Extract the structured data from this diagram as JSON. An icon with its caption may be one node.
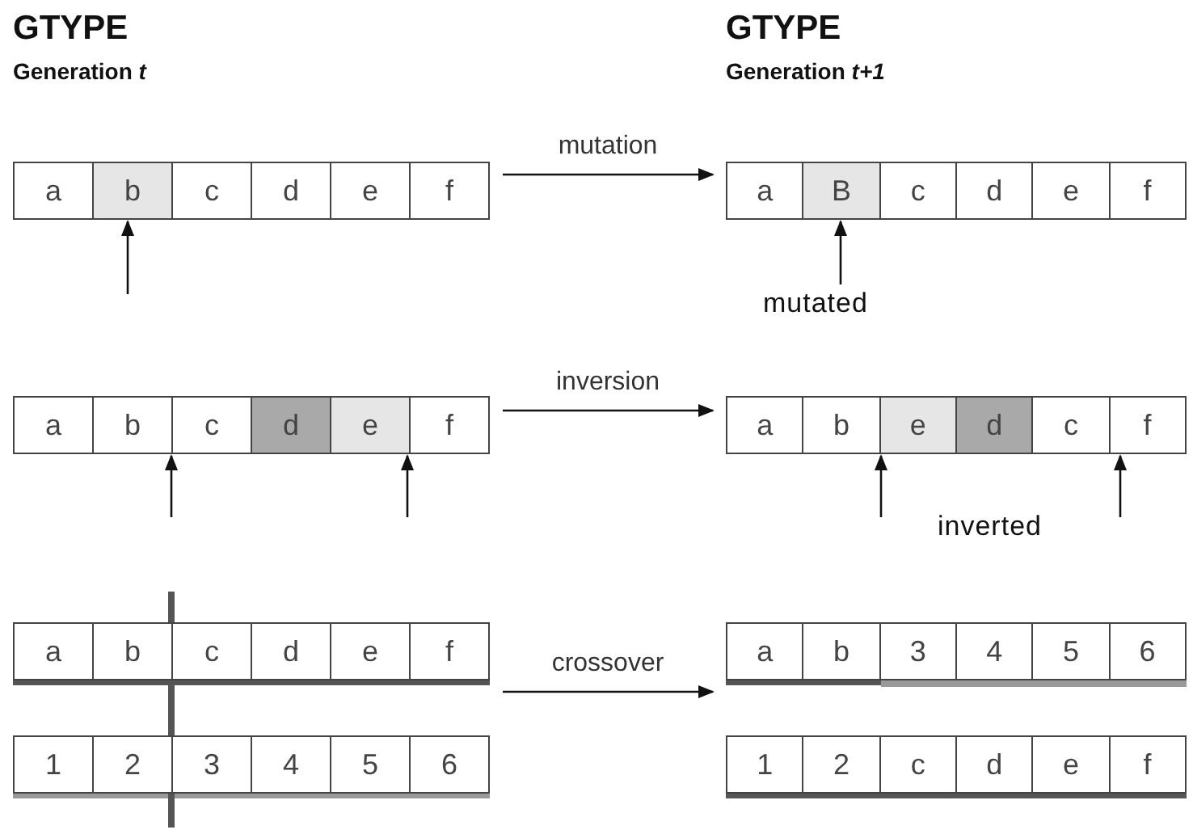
{
  "diagram": {
    "nodes": [
      {
        "text": [],
        "shape": "box"
      },
      {
        "text": [
          "a"
        ],
        "in": 0
      },
      {
        "text": [
          "b"
        ],
        "in": 0
      },
      {
        "text": [
          "c"
        ],
        "in": 0
      },
      {
        "text": [
          "d"
        ],
        "in": 0
      },
      {
        "text": [
          "e"
        ],
        "in": 0
      },
      {
        "text": [
          "f"
        ],
        "in": 0
      },
      {
        "text": [],
        "shape": "box"
      },
      {
        "text": [
          "a"
        ],
        "in": 7
      },
      {
        "text": [
          "B"
        ],
        "in": 7
      },
      {
        "text": [
          "c"
        ],
        "in": 7
      },
      {
        "text": [
          "d"
        ],
        "in": 7
      },
      {
        "text": [
          "e"
        ],
        "in": 7
      },
      {
        "text": [
          "f"
        ],
        "in": 7
      },
      {
        "text": [
          "mutated"
        ]
      },
      {
        "text": [],
        "shape": "box"
      },
      {
        "text": [
          "a"
        ],
        "in": 15
      },
      {
        "text": [
          "b"
        ],
        "in": 15
      },
      {
        "text": [
          "c"
        ],
        "in": 15
      },
      {
        "text": [
          "d"
        ],
        "in": 15
      },
      {
        "text": [
          "e"
        ],
        "in": 15
      },
      {
        "text": [
          "f"
        ],
        "in": 15
      },
      {
        "text": [],
        "shape": "box"
      },
      {
        "text": [
          "a"
        ],
        "in": 22
      },
      {
        "text": [
          "b"
        ],
        "in": 22
      },
      {
        "text": [
          "e"
        ],
        "in": 22
      },
      {
        "text": [
          "d"
        ],
        "in": 22
      },
      {
        "text": [
          "c"
        ],
        "in": 22
      },
      {
        "text": [
          "f"
        ],
        "in": 22
      },
      {
        "text": [],
        "shape": "box"
      },
      {
        "text": [
          "a"
        ],
        "in": 29
      },
      {
        "text": [
          "b"
        ],
        "in": 29
      },
      {
        "text": [
          "c"
        ],
        "in": 29
      },
      {
        "text": [
          "d"
        ],
        "in": 29
      },
      {
        "text": [
          "e"
        ],
        "in": 29
      },
      {
        "text": [
          "f"
        ],
        "in": 29
      },
      {
        "text": [],
        "shape": "box"
      },
      {
        "text": [
          "a"
        ],
        "in": 36
      },
      {
        "text": [
          "b"
        ],
        "in": 36
      },
      {
        "text": [
          "3"
        ],
        "in": 36
      },
      {
        "text": [
          "4"
        ],
        "in": 36
      },
      {
        "text": [
          "5"
        ],
        "in": 36
      },
      {
        "text": [
          "6"
        ],
        "in": 36
      },
      {
        "text": [],
        "shape": "box"
      },
      {
        "text": [
          "1"
        ],
        "in": 43
      },
      {
        "text": [
          "2"
        ],
        "in": 43
      },
      {
        "text": [
          "3"
        ],
        "in": 43
      },
      {
        "text": [
          "4"
        ],
        "in": 43
      },
      {
        "text": [
          "5"
        ],
        "in": 43
      },
      {
        "text": [
          "6"
        ],
        "in": 43
      },
      {
        "text": [],
        "shape": "box"
      },
      {
        "text": [
          "1"
        ],
        "in": 50
      },
      {
        "text": [
          "2"
        ],
        "in": 50
      },
      {
        "text": [
          "c"
        ],
        "in": 50
      },
      {
        "text": [
          "d"
        ],
        "in": 50
      },
      {
        "text": [
          "e"
        ],
        "in": 50
      },
      {
        "text": [
          "f"
        ],
        "in": 50
      }
    ],
    "edges": [
      {
        "from": 0,
        "to": 7,
        "arrow": "to",
        "label": "mutation"
      },
      {
        "from": null,
        "to": 2,
        "arrow": "to"
      },
      {
        "from": 14,
        "to": 9,
        "arrow": "to"
      },
      {
        "from": 15,
        "to": 22,
        "arrow": "to",
        "label": "inversion"
      },
      {
        "from": null,
        "to": 15,
        "arrow": "to"
      },
      {
        "from": null,
        "to": 15,
        "arrow": "to"
      },
      {
        "from": null,
        "to": 22,
        "arrow": "to"
      },
      {
        "from": null,
        "to": 22,
        "arrow": "to"
      },
      {
        "from": 29,
        "to": 36,
        "arrow": "to",
        "label": "crossover"
      }
    ],
    "labels": [
      "GTYPE",
      "Generation *t*",
      "GTYPE",
      "Generation *t+1*",
      "inverted"
    ]
  }
}
